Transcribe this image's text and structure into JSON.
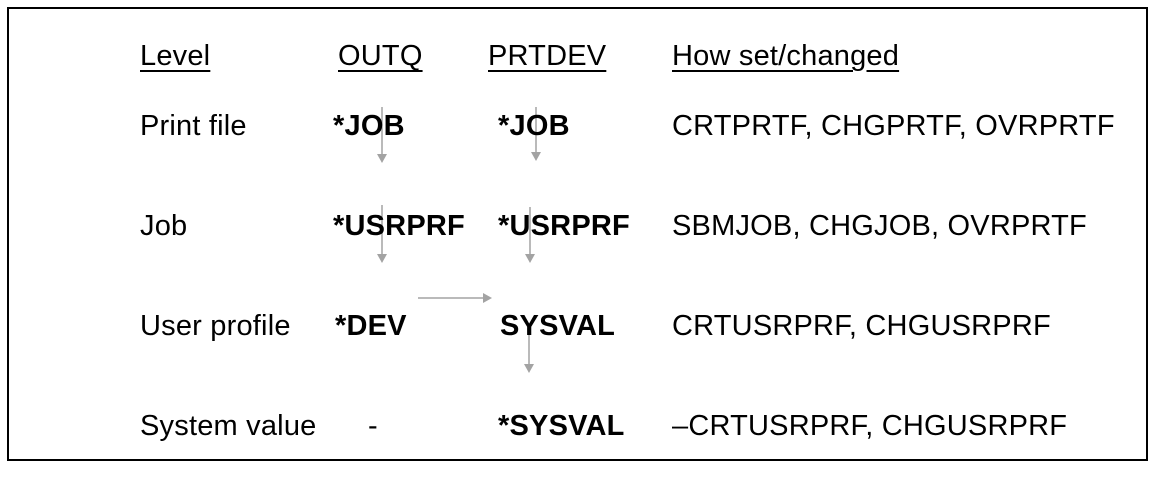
{
  "figure": {
    "headers": {
      "level": "Level",
      "outq": "OUTQ",
      "prtdev": "PRTDEV",
      "how": "How set/changed"
    },
    "rows": [
      {
        "level": "Print file",
        "outq": "*JOB",
        "prtdev": "*JOB",
        "how": "CRTPRTF, CHGPRTF, OVRPRTF"
      },
      {
        "level": "Job",
        "outq": "*USRPRF",
        "prtdev": "*USRPRF",
        "how": "SBMJOB, CHGJOB, OVRPRTF"
      },
      {
        "level": "User profile",
        "outq": "*DEV",
        "prtdev": "SYSVAL",
        "how": "CRTUSRPRF, CHGUSRPRF"
      },
      {
        "level": "System value",
        "outq": "-",
        "prtdev": "*SYSVAL",
        "how": "–CRTUSRPRF, CHGUSRPRF"
      }
    ]
  },
  "colors": {
    "text": "#000000",
    "arrow": "#a3a3a3",
    "border": "#000000",
    "background": "#ffffff"
  }
}
